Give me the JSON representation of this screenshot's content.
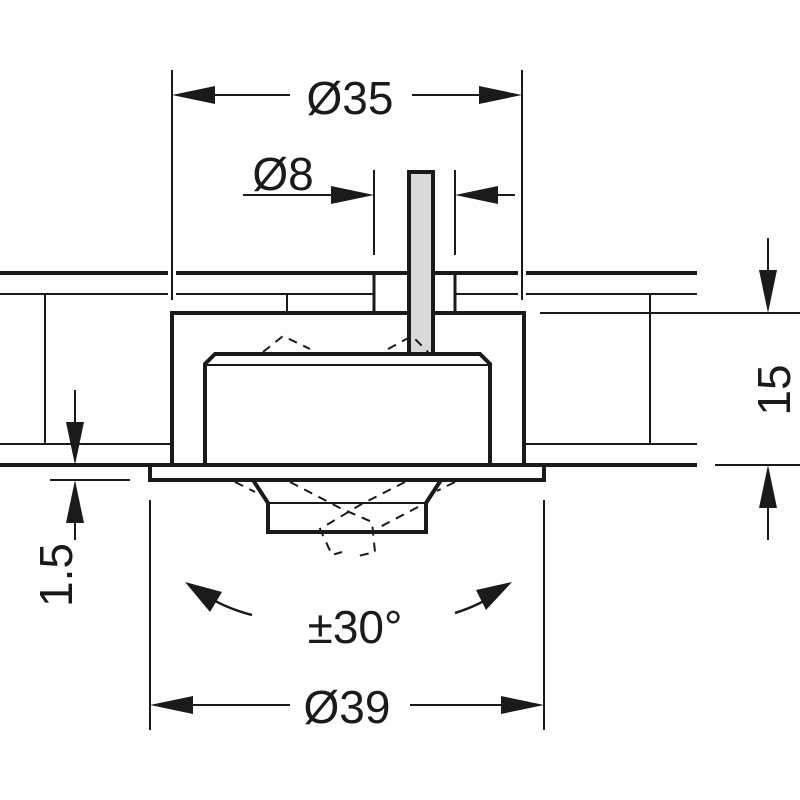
{
  "diagram": {
    "title": "Recessed swivel light fitting dimensions",
    "dimensions": {
      "outer_housing": "Ø35",
      "cable": "Ø8",
      "height": "15",
      "flange": "1.5",
      "swivel": "±30°",
      "flange_diameter": "Ø39"
    },
    "colors": {
      "line": "#1a1a1a",
      "cable_fill": "#d9d9d9"
    }
  }
}
